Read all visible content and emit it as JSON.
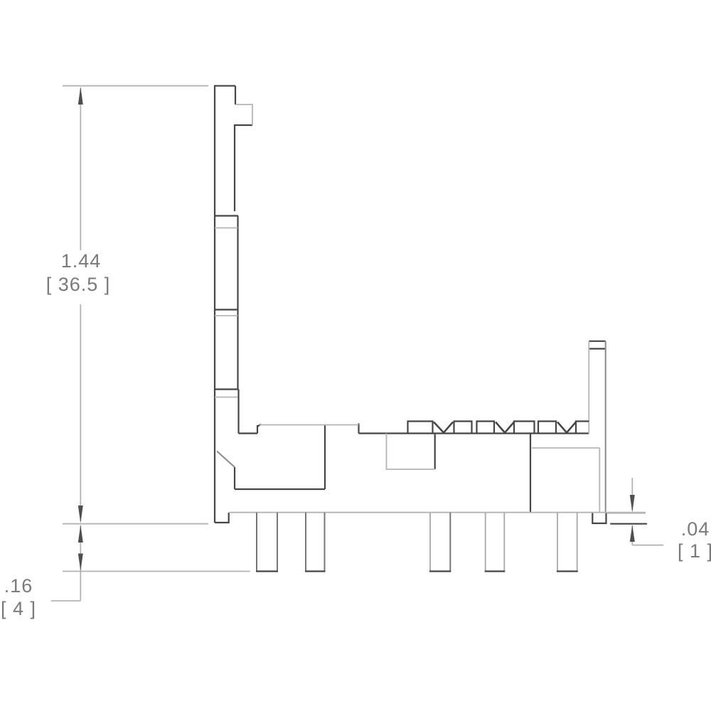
{
  "page": {
    "background": "#ffffff",
    "description": "Technical side-profile dimension drawing of a through-hole connector"
  },
  "dimensions": {
    "overall_height": {
      "value_in": "1.44",
      "value_mm": "[ 36.5 ]"
    },
    "pin_length": {
      "value_in": ".16",
      "value_mm": "[ 4 ]"
    },
    "standoff": {
      "value_in": ".04",
      "value_mm": "[ 1 ]"
    }
  },
  "colors": {
    "outline_dark": "#454545",
    "outline_medium": "#8a8a8a",
    "line_light": "#b4b4b4",
    "arrow": "#4f4f4f",
    "dim_text": "#7a7a7a",
    "background": "#ffffff"
  }
}
